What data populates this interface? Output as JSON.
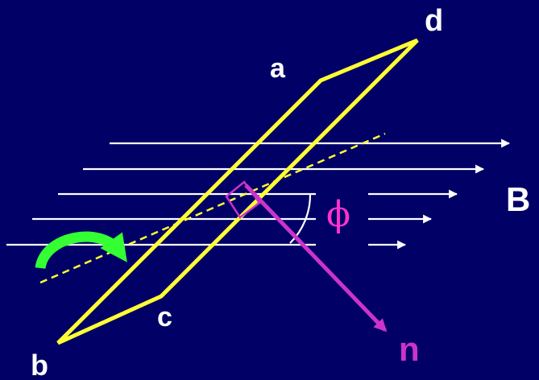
{
  "colors": {
    "background": "#000066",
    "coil": "#ffff33",
    "field_lines": "#ffffff",
    "normal_vector": "#cc33cc",
    "rotation_arrow": "#33ff33",
    "label_text": "#ffffff",
    "phi_text": "#ff33cc"
  },
  "labels": {
    "vertex_a": "a",
    "vertex_b": "b",
    "vertex_c": "c",
    "vertex_d": "d",
    "field": "B",
    "normal": "n",
    "angle": "ϕ"
  },
  "icons": {
    "rotation": "curved-arrow-icon"
  }
}
